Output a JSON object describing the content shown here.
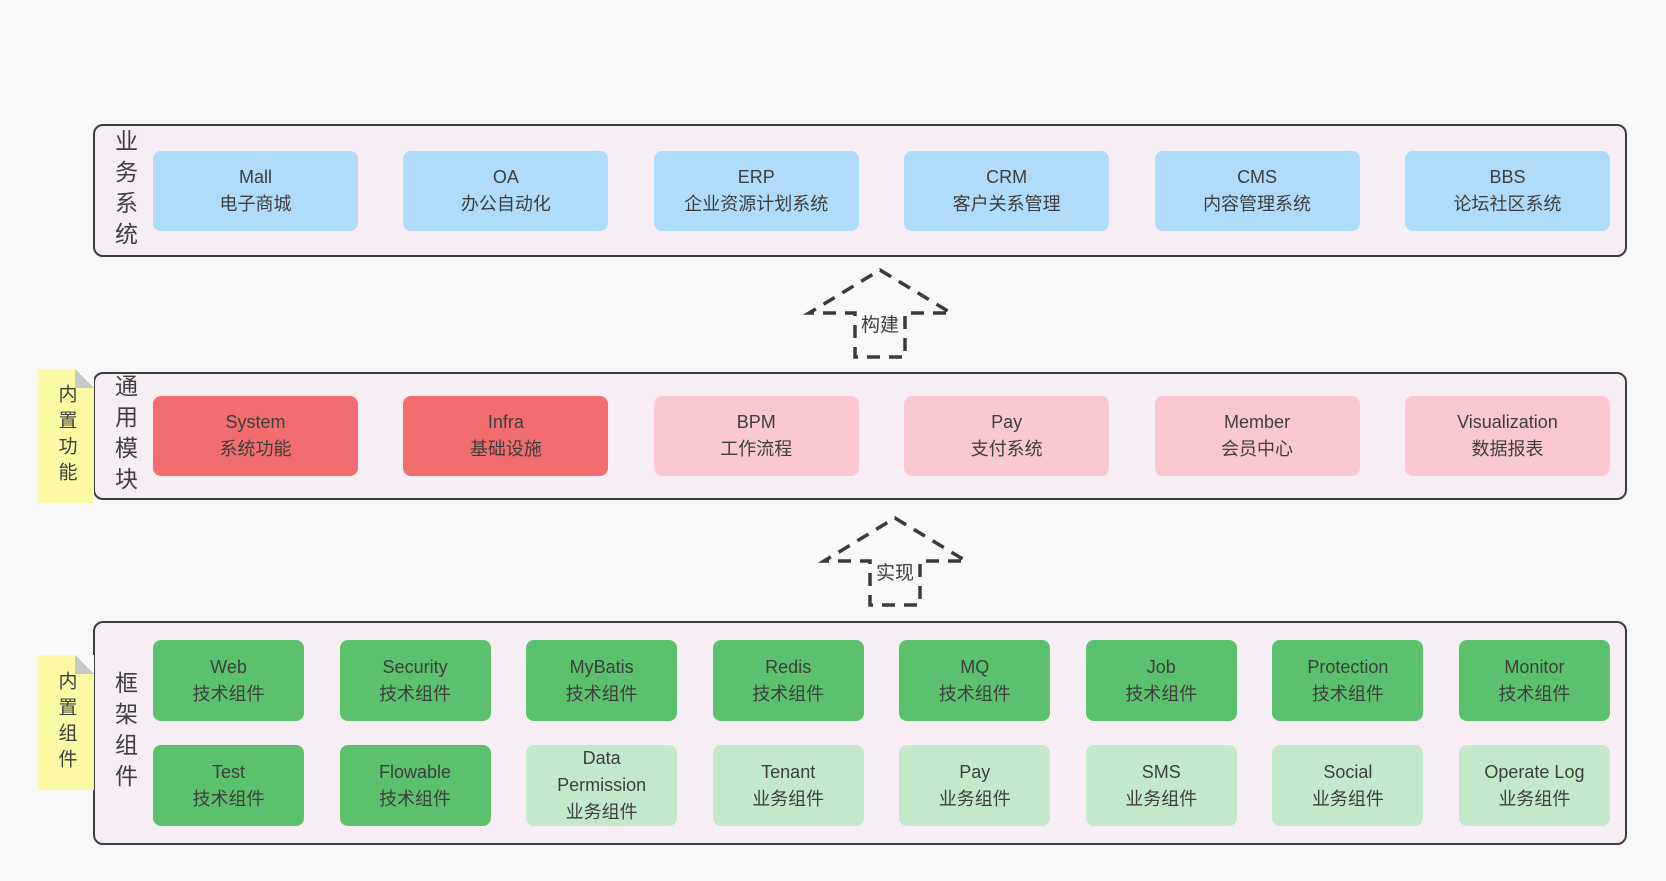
{
  "colors": {
    "page_bg": "#f8f8f8",
    "band_bg": "#f7edf5",
    "band_border": "#3d3d3d",
    "box_blue": "#afdcfa",
    "box_red": "#f26d6d",
    "box_pink": "#f9c8d1",
    "box_green": "#5cc16c",
    "box_light_green": "#c3e9ca",
    "note_yellow": "#fbf9a3",
    "note_fold_gray": "#c8c8c8",
    "text": "#3e3e3e",
    "arrow_stroke": "#3a3a3a"
  },
  "arrows": [
    {
      "label": "构建"
    },
    {
      "label": "实现"
    }
  ],
  "bands": [
    {
      "label": "业务系统",
      "boxes": [
        {
          "name": "Mall",
          "desc": "电子商城"
        },
        {
          "name": "OA",
          "desc": "办公自动化"
        },
        {
          "name": "ERP",
          "desc": "企业资源计划系统"
        },
        {
          "name": "CRM",
          "desc": "客户关系管理"
        },
        {
          "name": "CMS",
          "desc": "内容管理系统"
        },
        {
          "name": "BBS",
          "desc": "论坛社区系统"
        }
      ]
    },
    {
      "label": "通用模块",
      "note": "内置功能",
      "boxes": [
        {
          "name": "System",
          "desc": "系统功能"
        },
        {
          "name": "Infra",
          "desc": "基础设施"
        },
        {
          "name": "BPM",
          "desc": "工作流程"
        },
        {
          "name": "Pay",
          "desc": "支付系统"
        },
        {
          "name": "Member",
          "desc": "会员中心"
        },
        {
          "name": "Visualization",
          "desc": "数据报表"
        }
      ]
    },
    {
      "label": "框架组件",
      "note": "内置组件",
      "rows": [
        [
          {
            "name": "Web",
            "desc": "技术组件"
          },
          {
            "name": "Security",
            "desc": "技术组件"
          },
          {
            "name": "MyBatis",
            "desc": "技术组件"
          },
          {
            "name": "Redis",
            "desc": "技术组件"
          },
          {
            "name": "MQ",
            "desc": "技术组件"
          },
          {
            "name": "Job",
            "desc": "技术组件"
          },
          {
            "name": "Protection",
            "desc": "技术组件"
          },
          {
            "name": "Monitor",
            "desc": "技术组件"
          }
        ],
        [
          {
            "name": "Test",
            "desc": "技术组件"
          },
          {
            "name": "Flowable",
            "desc": "技术组件"
          },
          {
            "name": "Data\nPermission",
            "desc": "业务组件"
          },
          {
            "name": "Tenant",
            "desc": "业务组件"
          },
          {
            "name": "Pay",
            "desc": "业务组件"
          },
          {
            "name": "SMS",
            "desc": "业务组件"
          },
          {
            "name": "Social",
            "desc": "业务组件"
          },
          {
            "name": "Operate Log",
            "desc": "业务组件"
          }
        ]
      ]
    }
  ]
}
